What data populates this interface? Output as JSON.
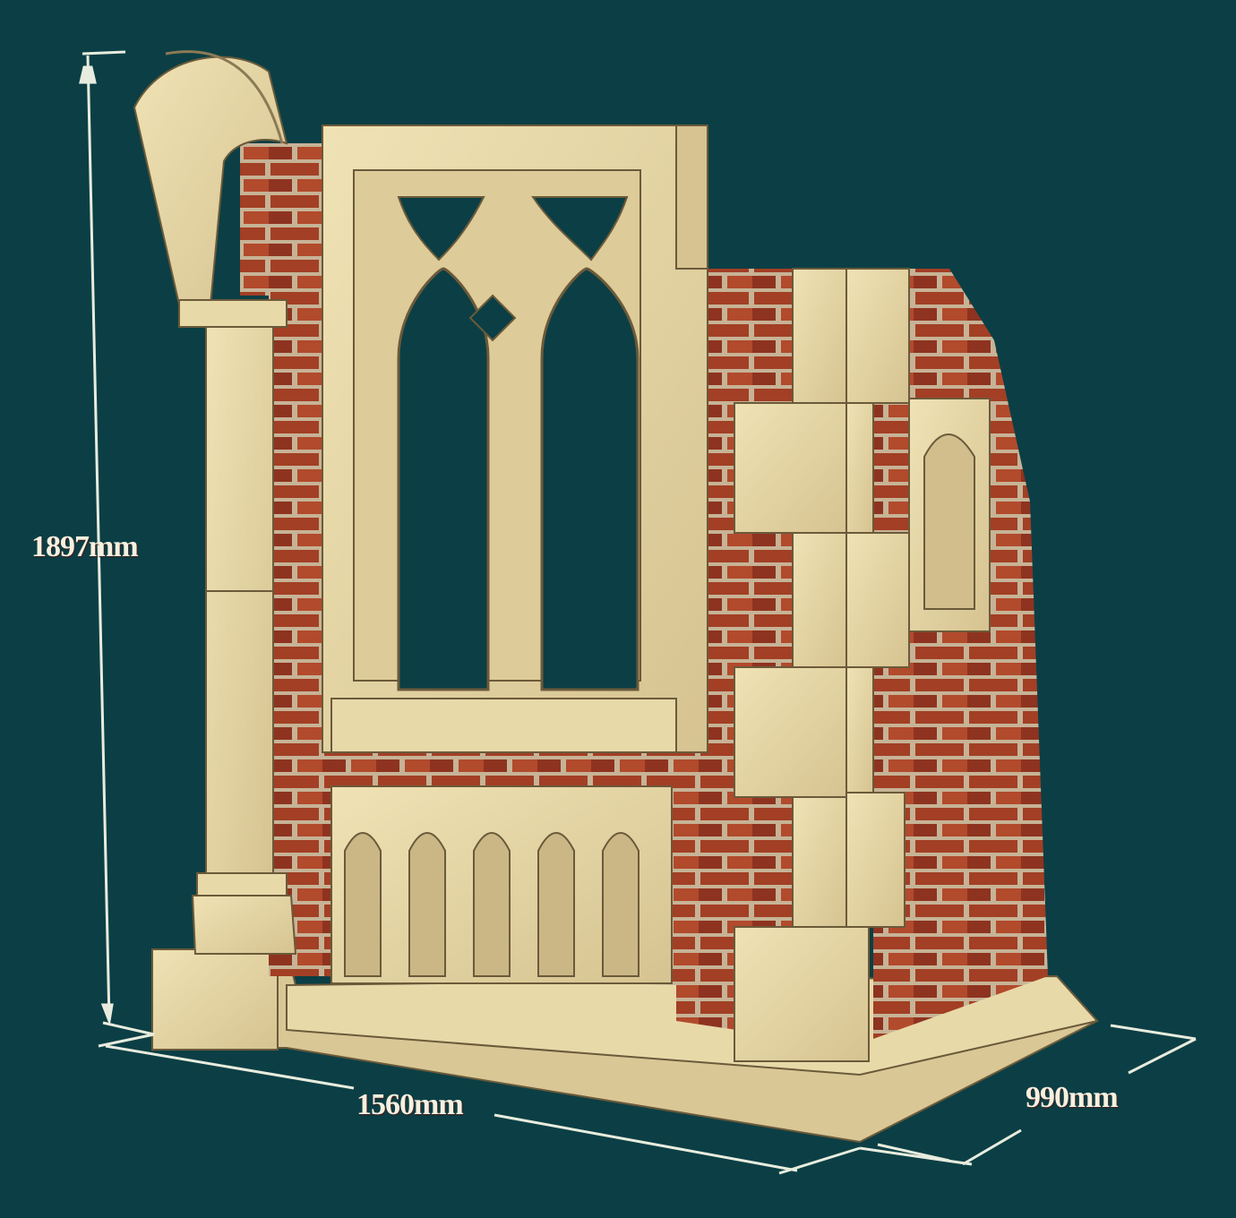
{
  "subject": "Gothic ruin wall with tracery window, brick infill and stone quoins",
  "background_color": "#0b3f45",
  "dimensions": {
    "height": "1897mm",
    "width": "1560mm",
    "depth": "990mm"
  },
  "colors": {
    "stone": "#e6d7a6",
    "stone_shadow": "#b9a57a",
    "brick": "#9a3a22",
    "mortar": "#c9b59a",
    "dim_line": "#e8ecde"
  }
}
